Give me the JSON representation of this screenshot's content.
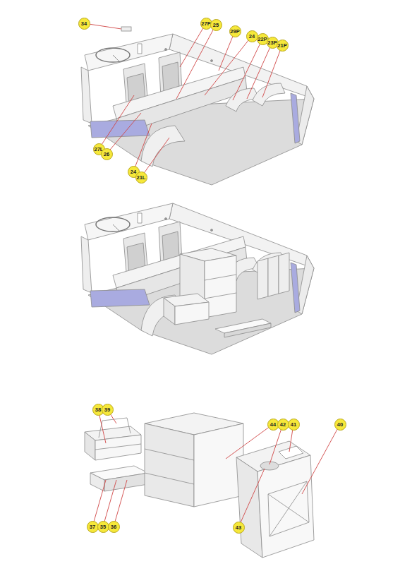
{
  "diagram": {
    "labels": [
      "34",
      "27P",
      "25",
      "29P",
      "24",
      "22P",
      "23P",
      "21P",
      "27L",
      "26",
      "24",
      "21L",
      "38",
      "39",
      "44",
      "42",
      "41",
      "40",
      "37",
      "35",
      "36",
      "43"
    ]
  }
}
